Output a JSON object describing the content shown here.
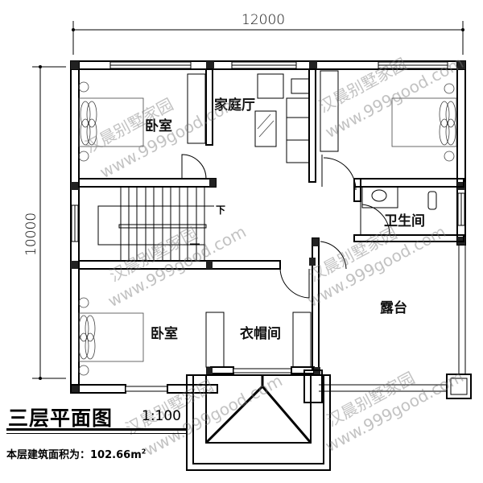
{
  "plan": {
    "title": "三层平面图",
    "scale": "1:100",
    "area_label": "本层建筑面积为：",
    "area_value": "102.66",
    "area_unit": "m",
    "area_unit_sup": "2"
  },
  "dimensions": {
    "width": "12000",
    "depth": "10000"
  },
  "rooms": {
    "bedroom_nw": "卧室",
    "family_hall": "家庭厅",
    "bedroom_ne": "",
    "bathroom": "卫生间",
    "stair_down": "下",
    "bedroom_sw": "卧室",
    "cloakroom": "衣帽间",
    "terrace": "露台"
  },
  "watermark": {
    "cn": "汉晨别墅家园",
    "url": "www.999good.com"
  },
  "colors": {
    "line": "#000000",
    "background": "#ffffff",
    "watermark": "#9a9a9a"
  }
}
